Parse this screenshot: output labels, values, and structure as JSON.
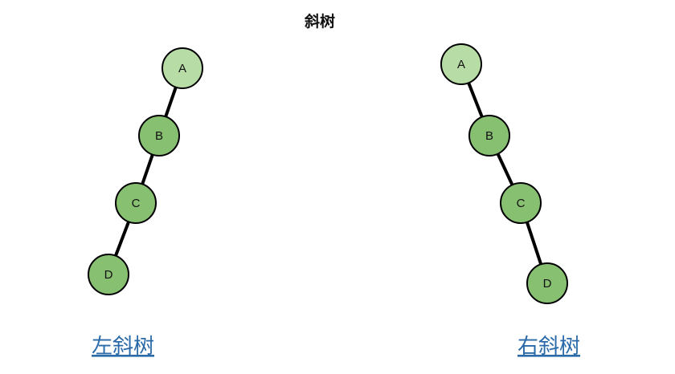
{
  "title": "斜树",
  "colors": {
    "root_fill": "#b8dca6",
    "node_fill": "#88c072",
    "edge": "#000000",
    "caption": "#2a6aa8"
  },
  "trees": [
    {
      "id": "left",
      "caption": "左斜树",
      "nodes": [
        "A",
        "B",
        "C",
        "D"
      ],
      "edges": [
        [
          "A",
          "B"
        ],
        [
          "B",
          "C"
        ],
        [
          "C",
          "D"
        ]
      ]
    },
    {
      "id": "right",
      "caption": "右斜树",
      "nodes": [
        "A",
        "B",
        "C",
        "D"
      ],
      "edges": [
        [
          "A",
          "B"
        ],
        [
          "B",
          "C"
        ],
        [
          "C",
          "D"
        ]
      ]
    }
  ]
}
